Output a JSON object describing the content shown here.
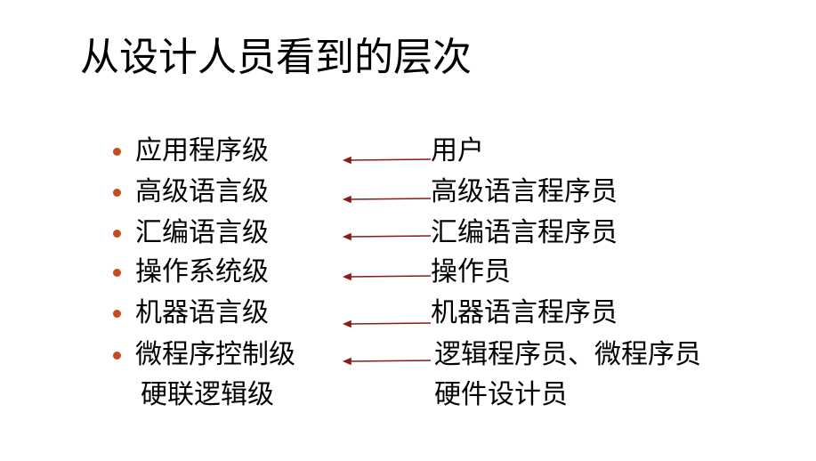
{
  "title": "从设计人员看到的层次",
  "rows": [
    {
      "level": "应用程序级",
      "role": "用户",
      "bulleted": true
    },
    {
      "level": "高级语言级",
      "role": "高级语言程序员",
      "bulleted": true
    },
    {
      "level": "汇编语言级",
      "role": "汇编语言程序员",
      "bulleted": true
    },
    {
      "level": "操作系统级",
      "role": "操作员",
      "bulleted": true
    },
    {
      "level": "机器语言级",
      "role": "机器语言程序员",
      "bulleted": true
    },
    {
      "level": "微程序控制级",
      "role": "逻辑程序员、微程序员",
      "bulleted": true
    },
    {
      "level": "硬联逻辑级",
      "role": "硬件设计员",
      "bulleted": false
    }
  ],
  "colors": {
    "bullet": "#c84b1e",
    "arrow": "#8b1a1a"
  },
  "icons": {
    "bullet": "dot-bullet-icon",
    "arrow": "left-arrow-icon"
  }
}
